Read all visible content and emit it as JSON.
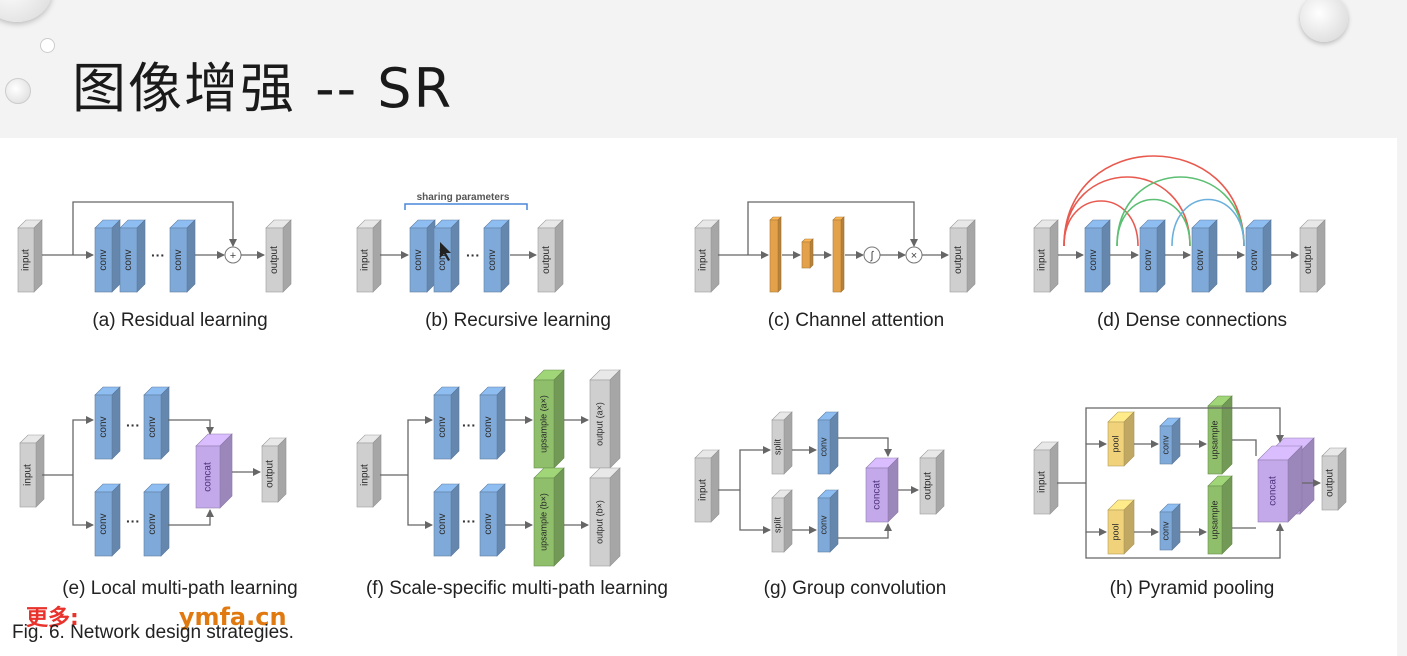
{
  "slide": {
    "title": "图像增强 -- SR",
    "caption": "Fig. 6.  Network design strategies.",
    "watermark_cn": "更多:",
    "watermark_domain": "ymfa.cn"
  },
  "colors": {
    "conv": "#7fa9d8",
    "io": "#cfcfcf",
    "attention": "#e3a24a",
    "upsample": "#8fbf6a",
    "concat": "#c3a9ea",
    "pool": "#f0d27a",
    "dense_red": "#e85a4f",
    "dense_green": "#5cbf73",
    "dense_blue": "#6bb0dc",
    "sharing": "#4a86d8"
  },
  "panels": [
    {
      "id": "a",
      "caption": "(a) Residual learning",
      "blocks": {
        "input": "input",
        "conv": "conv",
        "output": "output"
      },
      "symbols": {
        "add": "+"
      }
    },
    {
      "id": "b",
      "caption": "(b) Recursive learning",
      "annotation": "sharing parameters",
      "blocks": {
        "input": "input",
        "conv": "conv",
        "output": "output"
      }
    },
    {
      "id": "c",
      "caption": "(c) Channel attention",
      "blocks": {
        "input": "input",
        "output": "output"
      },
      "symbols": {
        "sigmoid": "∫",
        "multiply": "×"
      }
    },
    {
      "id": "d",
      "caption": "(d) Dense connections",
      "blocks": {
        "input": "input",
        "conv": "conv",
        "output": "output"
      }
    },
    {
      "id": "e",
      "caption": "(e) Local multi-path learning",
      "blocks": {
        "input": "input",
        "conv": "conv",
        "concat": "concat",
        "output": "output"
      }
    },
    {
      "id": "f",
      "caption": "(f) Scale-specific multi-path learning",
      "blocks": {
        "input": "input",
        "conv": "conv",
        "upsample_a": "upsample (a×)",
        "upsample_b": "upsample (b×)",
        "output_a": "output (a×)",
        "output_b": "output (b×)"
      }
    },
    {
      "id": "g",
      "caption": "(g) Group convolution",
      "blocks": {
        "input": "input",
        "split": "split",
        "conv": "conv",
        "concat": "concat",
        "output": "output"
      }
    },
    {
      "id": "h",
      "caption": "(h) Pyramid pooling",
      "blocks": {
        "input": "input",
        "pool": "pool",
        "conv": "conv",
        "upsample": "upsample",
        "concat": "concat",
        "output": "output"
      }
    }
  ]
}
